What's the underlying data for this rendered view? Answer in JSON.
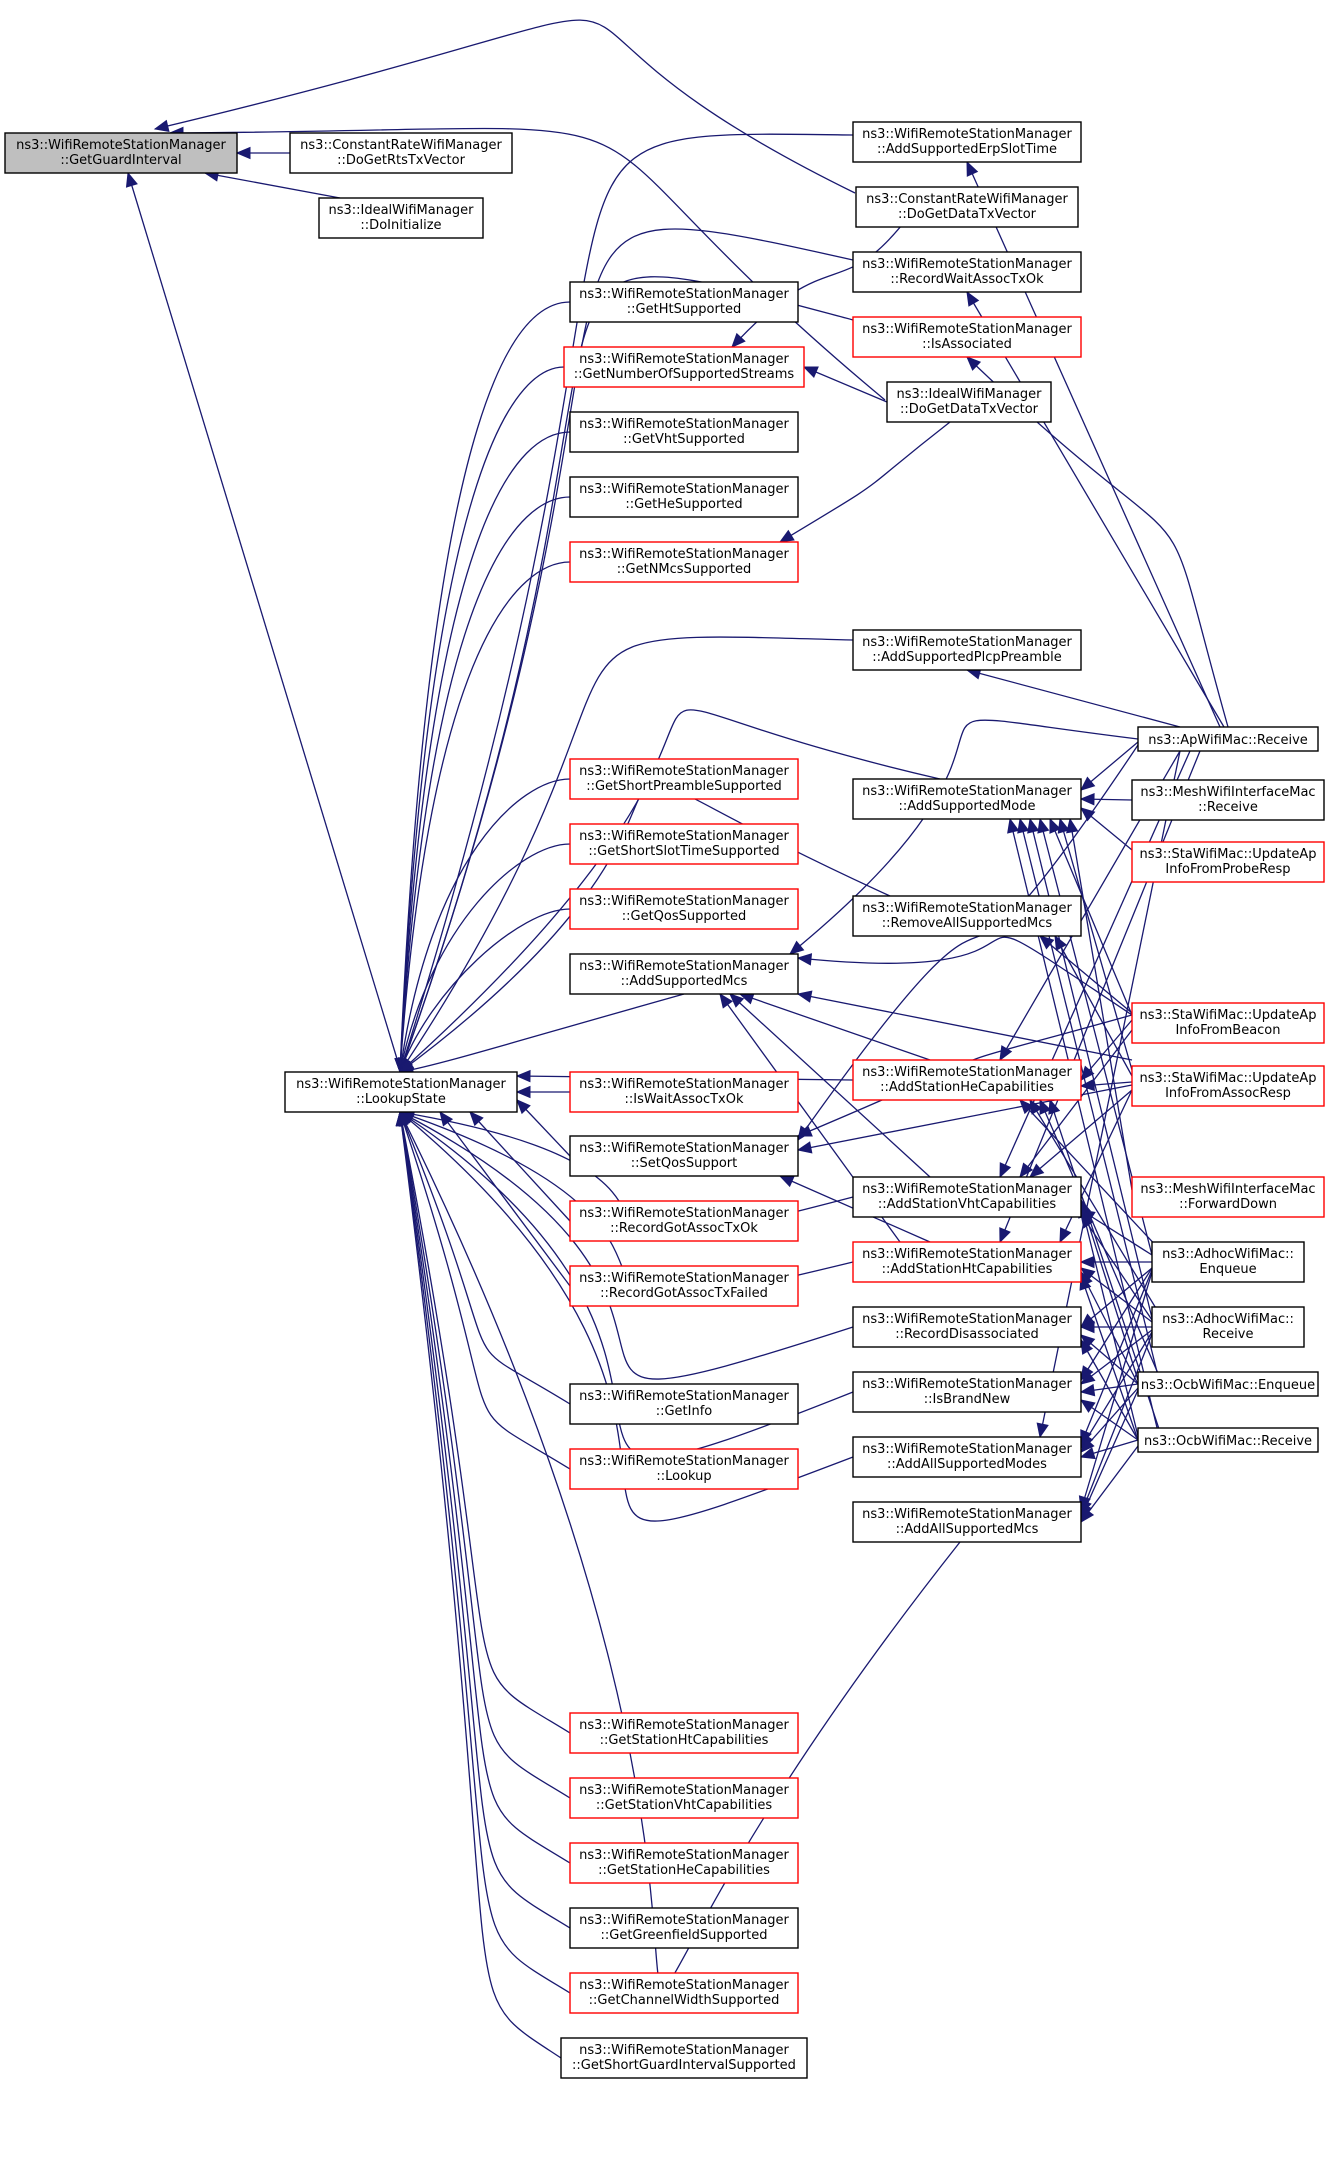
{
  "colors": {
    "edge": "#191970",
    "root_fill": "#bfbfbf",
    "black_border": "#000000",
    "red_border": "#ff0000"
  },
  "nodes": [
    {
      "id": "root",
      "l1": "ns3::WifiRemoteStationManager",
      "l2": "::GetGuardInterval",
      "style": "root"
    },
    {
      "id": "cr_rts",
      "l1": "ns3::ConstantRateWifiManager",
      "l2": "::DoGetRtsTxVector",
      "style": "black"
    },
    {
      "id": "ideal_init",
      "l1": "ns3::IdealWifiManager",
      "l2": "::DoInitialize",
      "style": "black"
    },
    {
      "id": "lookupstate",
      "l1": "ns3::WifiRemoteStationManager",
      "l2": "::LookupState",
      "style": "black"
    },
    {
      "id": "getht",
      "l1": "ns3::WifiRemoteStationManager",
      "l2": "::GetHtSupported",
      "style": "black"
    },
    {
      "id": "getnss",
      "l1": "ns3::WifiRemoteStationManager",
      "l2": "::GetNumberOfSupportedStreams",
      "style": "red"
    },
    {
      "id": "getvht",
      "l1": "ns3::WifiRemoteStationManager",
      "l2": "::GetVhtSupported",
      "style": "black"
    },
    {
      "id": "gethe",
      "l1": "ns3::WifiRemoteStationManager",
      "l2": "::GetHeSupported",
      "style": "black"
    },
    {
      "id": "getnmcs",
      "l1": "ns3::WifiRemoteStationManager",
      "l2": "::GetNMcsSupported",
      "style": "red"
    },
    {
      "id": "getshortpre",
      "l1": "ns3::WifiRemoteStationManager",
      "l2": "::GetShortPreambleSupported",
      "style": "red"
    },
    {
      "id": "getshortslot",
      "l1": "ns3::WifiRemoteStationManager",
      "l2": "::GetShortSlotTimeSupported",
      "style": "red"
    },
    {
      "id": "getqos",
      "l1": "ns3::WifiRemoteStationManager",
      "l2": "::GetQosSupported",
      "style": "red"
    },
    {
      "id": "addsupmcs",
      "l1": "ns3::WifiRemoteStationManager",
      "l2": "::AddSupportedMcs",
      "style": "black"
    },
    {
      "id": "iswait",
      "l1": "ns3::WifiRemoteStationManager",
      "l2": "::IsWaitAssocTxOk",
      "style": "red"
    },
    {
      "id": "setqos",
      "l1": "ns3::WifiRemoteStationManager",
      "l2": "::SetQosSupport",
      "style": "black"
    },
    {
      "id": "rgaok",
      "l1": "ns3::WifiRemoteStationManager",
      "l2": "::RecordGotAssocTxOk",
      "style": "red"
    },
    {
      "id": "rgafail",
      "l1": "ns3::WifiRemoteStationManager",
      "l2": "::RecordGotAssocTxFailed",
      "style": "red"
    },
    {
      "id": "getinfo",
      "l1": "ns3::WifiRemoteStationManager",
      "l2": "::GetInfo",
      "style": "black"
    },
    {
      "id": "lookup",
      "l1": "ns3::WifiRemoteStationManager",
      "l2": "::Lookup",
      "style": "red"
    },
    {
      "id": "getstaht",
      "l1": "ns3::WifiRemoteStationManager",
      "l2": "::GetStationHtCapabilities",
      "style": "red"
    },
    {
      "id": "getstavht",
      "l1": "ns3::WifiRemoteStationManager",
      "l2": "::GetStationVhtCapabilities",
      "style": "red"
    },
    {
      "id": "getstahe",
      "l1": "ns3::WifiRemoteStationManager",
      "l2": "::GetStationHeCapabilities",
      "style": "red"
    },
    {
      "id": "getgreen",
      "l1": "ns3::WifiRemoteStationManager",
      "l2": "::GetGreenfieldSupported",
      "style": "black"
    },
    {
      "id": "getcw",
      "l1": "ns3::WifiRemoteStationManager",
      "l2": "::GetChannelWidthSupported",
      "style": "red"
    },
    {
      "id": "getsgi",
      "l1": "ns3::WifiRemoteStationManager",
      "l2": "::GetShortGuardIntervalSupported",
      "style": "black"
    },
    {
      "id": "adderp",
      "l1": "ns3::WifiRemoteStationManager",
      "l2": "::AddSupportedErpSlotTime",
      "style": "black"
    },
    {
      "id": "cr_data",
      "l1": "ns3::ConstantRateWifiManager",
      "l2": "::DoGetDataTxVector",
      "style": "black"
    },
    {
      "id": "rwait",
      "l1": "ns3::WifiRemoteStationManager",
      "l2": "::RecordWaitAssocTxOk",
      "style": "black"
    },
    {
      "id": "isassoc",
      "l1": "ns3::WifiRemoteStationManager",
      "l2": "::IsAssociated",
      "style": "red"
    },
    {
      "id": "ideal_data",
      "l1": "ns3::IdealWifiManager",
      "l2": "::DoGetDataTxVector",
      "style": "black"
    },
    {
      "id": "addplcp",
      "l1": "ns3::WifiRemoteStationManager",
      "l2": "::AddSupportedPlcpPreamble",
      "style": "black"
    },
    {
      "id": "addmode",
      "l1": "ns3::WifiRemoteStationManager",
      "l2": "::AddSupportedMode",
      "style": "black"
    },
    {
      "id": "removeall",
      "l1": "ns3::WifiRemoteStationManager",
      "l2": "::RemoveAllSupportedMcs",
      "style": "black"
    },
    {
      "id": "addhe",
      "l1": "ns3::WifiRemoteStationManager",
      "l2": "::AddStationHeCapabilities",
      "style": "red"
    },
    {
      "id": "addvht",
      "l1": "ns3::WifiRemoteStationManager",
      "l2": "::AddStationVhtCapabilities",
      "style": "black"
    },
    {
      "id": "addht",
      "l1": "ns3::WifiRemoteStationManager",
      "l2": "::AddStationHtCapabilities",
      "style": "red"
    },
    {
      "id": "rdisassoc",
      "l1": "ns3::WifiRemoteStationManager",
      "l2": "::RecordDisassociated",
      "style": "black"
    },
    {
      "id": "isbrand",
      "l1": "ns3::WifiRemoteStationManager",
      "l2": "::IsBrandNew",
      "style": "black"
    },
    {
      "id": "addallmodes",
      "l1": "ns3::WifiRemoteStationManager",
      "l2": "::AddAllSupportedModes",
      "style": "black"
    },
    {
      "id": "addallmcs",
      "l1": "ns3::WifiRemoteStationManager",
      "l2": "::AddAllSupportedMcs",
      "style": "black"
    },
    {
      "id": "aprecv",
      "l1": "ns3::ApWifiMac::Receive",
      "l2": "",
      "style": "black"
    },
    {
      "id": "meshrecv",
      "l1": "ns3::MeshWifiInterfaceMac",
      "l2": "::Receive",
      "style": "black"
    },
    {
      "id": "staprobe",
      "l1": "ns3::StaWifiMac::UpdateAp",
      "l2": "InfoFromProbeResp",
      "style": "red"
    },
    {
      "id": "stabeacon",
      "l1": "ns3::StaWifiMac::UpdateAp",
      "l2": "InfoFromBeacon",
      "style": "red"
    },
    {
      "id": "staassoc",
      "l1": "ns3::StaWifiMac::UpdateAp",
      "l2": "InfoFromAssocResp",
      "style": "red"
    },
    {
      "id": "meshfwd",
      "l1": "ns3::MeshWifiInterfaceMac",
      "l2": "::ForwardDown",
      "style": "red"
    },
    {
      "id": "adhocenq",
      "l1": "ns3::AdhocWifiMac::",
      "l2": "Enqueue",
      "style": "black"
    },
    {
      "id": "adhocrecv",
      "l1": "ns3::AdhocWifiMac::",
      "l2": "Receive",
      "style": "black"
    },
    {
      "id": "ocbenq",
      "l1": "ns3::OcbWifiMac::Enqueue",
      "l2": "",
      "style": "black"
    },
    {
      "id": "ocbrecv",
      "l1": "ns3::OcbWifiMac::Receive",
      "l2": "",
      "style": "black"
    }
  ]
}
